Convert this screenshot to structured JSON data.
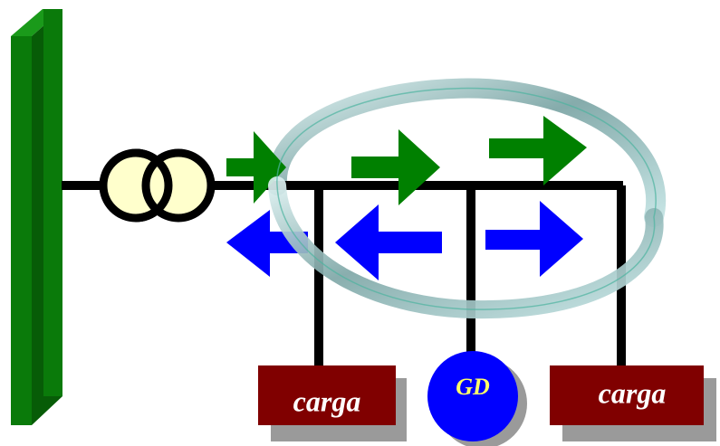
{
  "diagram": {
    "loads": [
      {
        "label": "carga"
      },
      {
        "label": "carga"
      }
    ],
    "generator": {
      "label": "GD"
    },
    "colors": {
      "bus_bar": "#0a7a0a",
      "bus_bar_dark": "#075c07",
      "transformer_fill": "#ffffcc",
      "line": "#000000",
      "arrow_forward": "#008000",
      "arrow_reverse": "#0000ff",
      "load_box": "#800000",
      "load_shadow": "#9a9a9a",
      "generator_fill": "#0000ff",
      "generator_text": "#ffff66",
      "load_text": "#ffffff",
      "ring": "#8fbcbc"
    }
  }
}
